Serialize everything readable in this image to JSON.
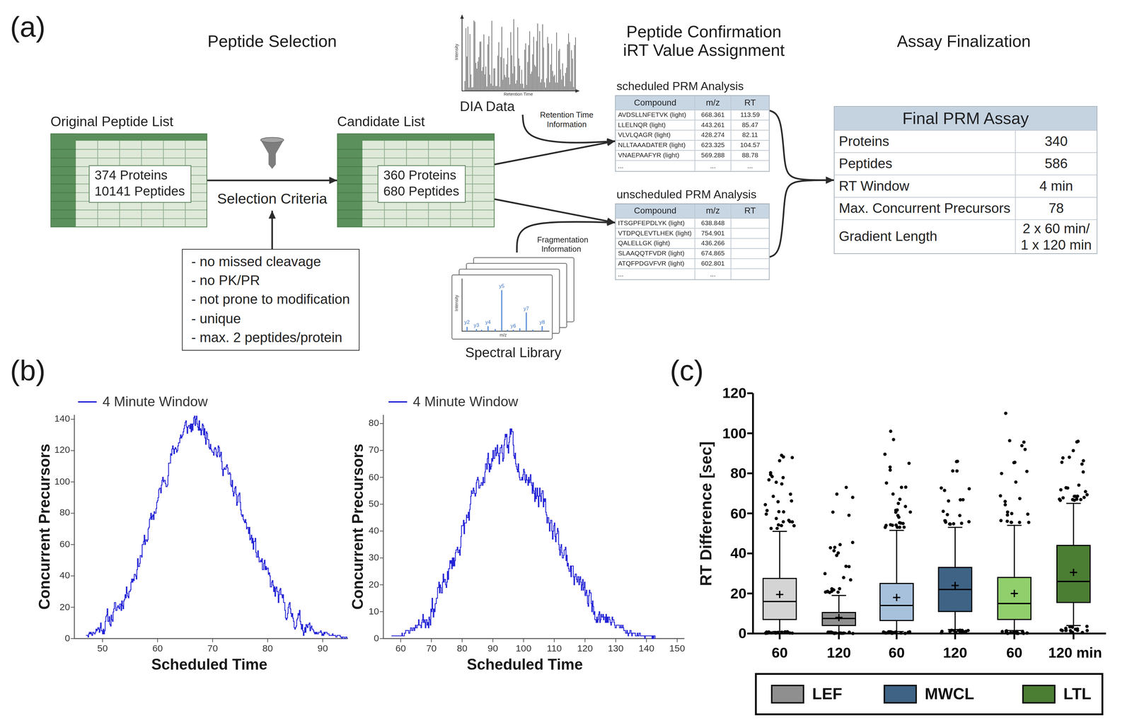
{
  "diagram": {
    "nodes": [
      {
        "text": [
          "Original Peptide List"
        ]
      },
      {
        "text": [
          "374 Proteins 10141 Peptides"
        ],
        "in": 0
      },
      {
        "text": [
          "- no missed cleavage",
          "- no PK/PR",
          "- not prone to modification",
          "- unique",
          "- max. 2 peptides/protein"
        ]
      },
      {
        "text": [
          "Candidate List"
        ]
      },
      {
        "text": [
          "360 Proteins 680 Peptides"
        ],
        "in": 3
      },
      {
        "text": [
          "DIA Data"
        ]
      },
      {
        "text": [
          "Spectral Library"
        ]
      },
      {
        "text": [
          "scheduled PRM Analysis"
        ]
      },
      {
        "text": [
          "unscheduled PRM Analysis"
        ]
      },
      {
        "text": [
          "Final PRM Assay"
        ]
      }
    ],
    "edges": [
      {
        "from": 0,
        "to": 3,
        "label": "Selection Criteria",
        "arrow": "to"
      },
      {
        "from": 3,
        "to": 7,
        "arrow": "to"
      },
      {
        "from": 3,
        "to": 8,
        "arrow": "to"
      },
      {
        "from": 5,
        "to": 7,
        "label": "Retention Time Information",
        "arrow": "to"
      },
      {
        "from": 6,
        "to": 8,
        "label": "Fragmentation Information",
        "arrow": "to"
      },
      {
        "from": 7,
        "to": 9,
        "arrow": "to"
      },
      {
        "from": 8,
        "to": 9,
        "arrow": "to"
      }
    ],
    "labels": [
      "(a)",
      "Peptide Selection",
      "Peptide Confirmation iRT Value Assignment",
      "Assay Finalization",
      "Compound",
      "m/z",
      "RT",
      "AVDSLLNFETVK (light)",
      "668.361",
      "113.59",
      "LLELNQR (light)",
      "443.261",
      "85.47",
      "VLVLQAGR (light)",
      "428.274",
      "82.11",
      "NLLTAAADATER (light)",
      "623.325",
      "104.57",
      "VNAEPAAFYR (light)",
      "569.288",
      "88.78",
      "...",
      "...",
      "...",
      "Compound",
      "m/z",
      "RT",
      "ITSGPFEPDLYK (light)",
      "638.848",
      "VTDPQLEVTLHEK (light)",
      "754.901",
      "QALELLGK (light)",
      "436.266",
      "SLAAQQTFVDR (light)",
      "674.865",
      "ATQFPDGVFVR (light)",
      "602.801",
      "...",
      "...",
      "Proteins",
      "340",
      "Peptides",
      "586",
      "RT Window",
      "4 min",
      "Max. Concurrent Precursors",
      "78",
      "Gradient Length",
      "2 x 60 min/ 1 x 120 min",
      "(b)",
      "Concurrent Precursors",
      "Scheduled Time",
      "0",
      "20",
      "40",
      "60",
      "80",
      "100",
      "120",
      "140",
      "50",
      "60",
      "70",
      "80",
      "90",
      "Concurrent Precursors",
      "Scheduled Time",
      "0",
      "10",
      "20",
      "30",
      "40",
      "50",
      "60",
      "70",
      "80",
      "60",
      "70",
      "80",
      "90",
      "100",
      "110",
      "120",
      "130",
      "140",
      "150",
      "(c)",
      "RT Difference [sec]",
      "0",
      "20",
      "40",
      "60",
      "80",
      "100",
      "120",
      "60",
      "120",
      "60",
      "120",
      "60",
      "120 min",
      "Intensity",
      "Retention Time",
      "Intensity",
      "m/z",
      "y2",
      "y3",
      "y4",
      "y5",
      "y6",
      "y7",
      "y8"
    ],
    "legend": [
      {
        "text": "4 Minute Window"
      },
      {
        "text": "4 Minute Window"
      },
      {
        "text": "LEF",
        "color": "#8f8f8f"
      },
      {
        "text": "MWCL",
        "color": "#3e6385"
      },
      {
        "text": "LTL",
        "color": "#4b7d33"
      }
    ]
  }
}
